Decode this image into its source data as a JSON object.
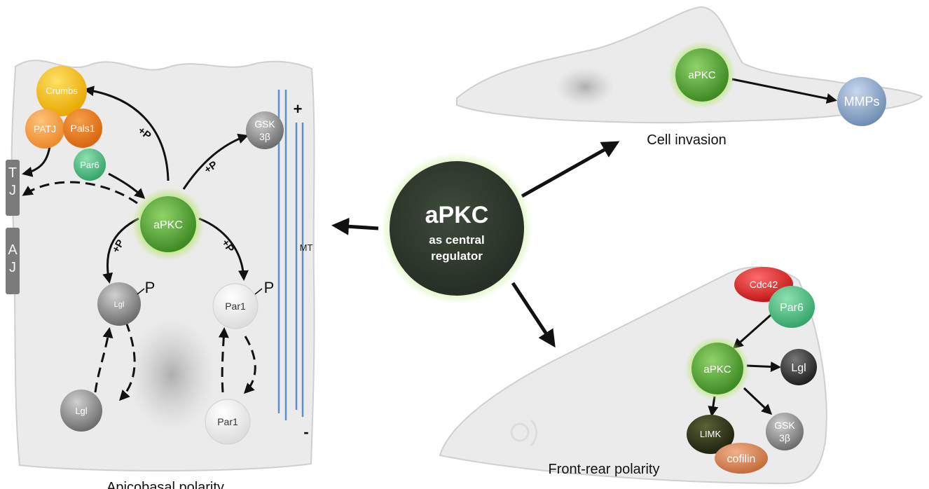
{
  "center": {
    "title": "aPKC",
    "line1": "as central",
    "line2": "regulator"
  },
  "apicobasal": {
    "caption": "Apicobasal polarity",
    "crumbs": "Crumbs",
    "patj": "PATJ",
    "pals1": "Pals1",
    "par6": "Par6",
    "gsk_line1": "GSK",
    "gsk_line2": "3β",
    "apkc": "aPKC",
    "plus_sign": "+",
    "minus_sign": "-",
    "mt": "MT",
    "tj_1": "T",
    "tj_2": "J",
    "aj_1": "A",
    "aj_2": "J",
    "phospho": "+P",
    "p_mark": "P",
    "lgl": "Lgl",
    "par1": "Par1"
  },
  "invasion": {
    "caption": "Cell invasion",
    "apkc": "aPKC",
    "mmps": "MMPs"
  },
  "front_rear": {
    "caption": "Front-rear polarity",
    "cdc42": "Cdc42",
    "par6": "Par6",
    "apkc": "aPKC",
    "lgl": "Lgl",
    "limk": "LIMK",
    "cofilin": "cofilin",
    "gsk_line1": "GSK",
    "gsk_line2": "3β"
  },
  "colors": {
    "cell": "#ececec",
    "cell_edge": "#c9c9c9",
    "apkc_green": "#5aa73a",
    "center_dark": "#2e3a2c",
    "crumbs": "#f2c00f",
    "patj": "#f29a3a",
    "pals1": "#e8761e",
    "par6": "#4cb87c",
    "gsk": "#8a8a8a",
    "lgl_grey": "#8d8d8d",
    "lgl_dark": "#333333",
    "cdc42": "#d42020",
    "mmps": "#8aa4c4",
    "limk": "#2a2f18",
    "cofilin": "#d8875a",
    "mt": "#5b8fcf"
  }
}
